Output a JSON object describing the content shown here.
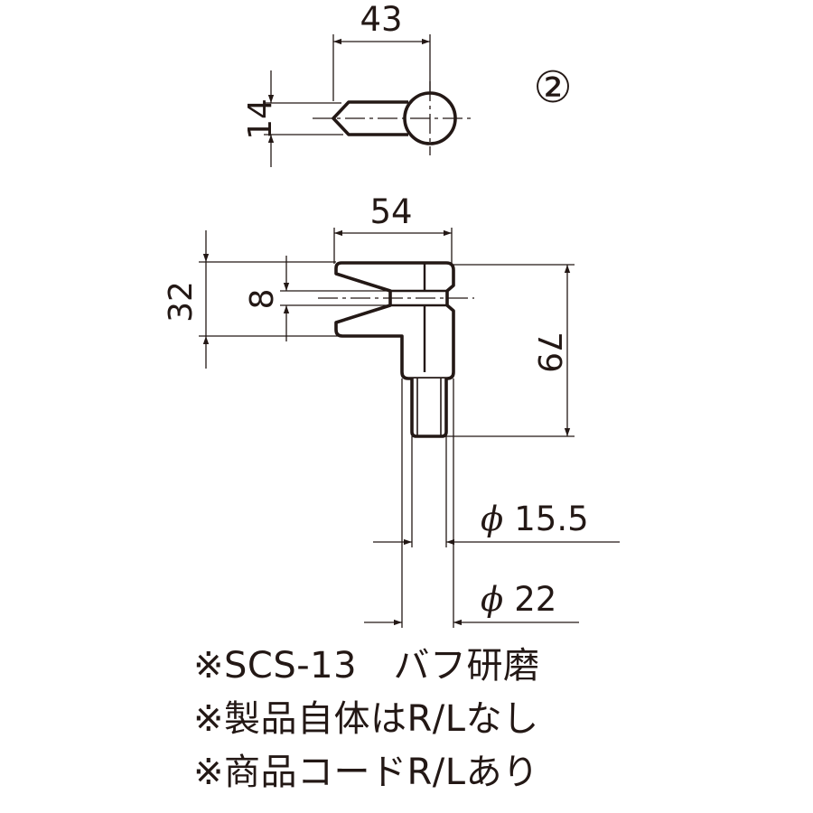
{
  "drawing": {
    "part_number": "②",
    "dims": {
      "top_width": "43",
      "top_height": "14",
      "main_width": "54",
      "main_height_total": "32",
      "slot_height": "8",
      "overall_height": "79",
      "pin_diameter": "15.5",
      "boss_diameter": "22",
      "phi_symbol": "ϕ"
    }
  },
  "notes": [
    "※SCS-13　バフ研磨",
    "※製品自体はR/Lなし",
    "※商品コードR/Lあり"
  ],
  "colors": {
    "line": "#231815",
    "background": "#ffffff"
  }
}
